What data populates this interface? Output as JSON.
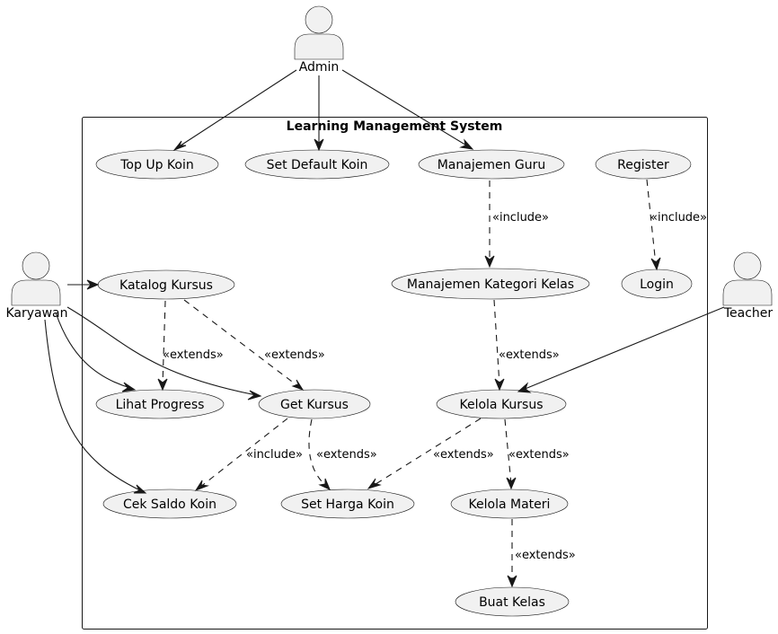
{
  "system": {
    "title": "Learning Management System"
  },
  "actors": {
    "admin": "Admin",
    "karyawan": "Karyawan",
    "teacher": "Teacher"
  },
  "use_cases": {
    "top_up_koin": "Top Up Koin",
    "set_default_koin": "Set Default Koin",
    "manajemen_guru": "Manajemen Guru",
    "register": "Register",
    "manajemen_kategori_kelas": "Manajemen Kategori Kelas",
    "login": "Login",
    "katalog_kursus": "Katalog Kursus",
    "lihat_progress": "Lihat Progress",
    "get_kursus": "Get Kursus",
    "kelola_kursus": "Kelola Kursus",
    "cek_saldo_koin": "Cek Saldo Koin",
    "set_harga_koin": "Set Harga Koin",
    "kelola_materi": "Kelola Materi",
    "buat_kelas": "Buat Kelas"
  },
  "relations": {
    "guru_kategori": "«include»",
    "register_login": "«include»",
    "katalog_lihat": "«extends»",
    "katalog_get": "«extends»",
    "kategori_kelola": "«extends»",
    "get_cek": "«include»",
    "get_harga": "«extends»",
    "kelola_harga": "«extends»",
    "kelola_materi": "«extends»",
    "materi_buat": "«extends»"
  },
  "colors": {
    "fill": "#f1f1f1",
    "stroke": "#181818",
    "background": "#ffffff"
  }
}
